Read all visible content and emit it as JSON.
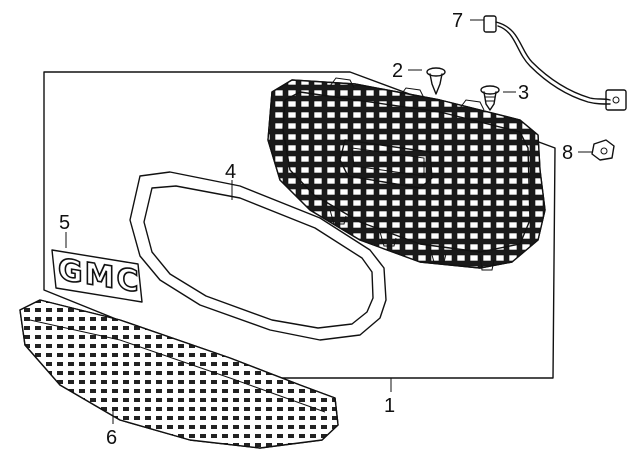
{
  "diagram": {
    "callouts": [
      {
        "id": "1",
        "label": "1"
      },
      {
        "id": "2",
        "label": "2"
      },
      {
        "id": "3",
        "label": "3"
      },
      {
        "id": "4",
        "label": "4"
      },
      {
        "id": "5",
        "label": "5"
      },
      {
        "id": "6",
        "label": "6"
      },
      {
        "id": "7",
        "label": "7"
      },
      {
        "id": "8",
        "label": "8"
      }
    ],
    "emblem_text": "GMC",
    "colors": {
      "line": "#111111",
      "background": "#ffffff",
      "mesh_cell": "#ffffff"
    }
  }
}
